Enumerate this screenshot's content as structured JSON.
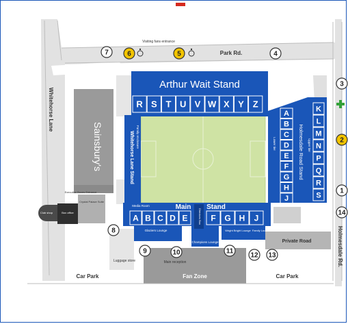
{
  "streets": {
    "park_rd": "Park Rd.",
    "whitehorse_lane": "Whitehorse Lane",
    "holmesdale_rd": "Holmesdale Rd.",
    "car_park_left": "Car Park",
    "car_park_right": "Car Park",
    "fan_zone": "Fan Zone",
    "private_road": "Private Road"
  },
  "buildings": {
    "sainsburys": "Sainsbury's",
    "club_shop": "Club shop",
    "box_office": "Box office",
    "executive_boxes": "Executive Boxes Entrance",
    "crystal_suite": "Crystal Palace Suite"
  },
  "stands": {
    "arthur_wait": {
      "name": "Arthur Wait Stand",
      "blocks": [
        "R",
        "S",
        "T",
        "U",
        "V",
        "W",
        "X",
        "Y",
        "Z"
      ]
    },
    "holmesdale": {
      "name": "Holmesdale Road Stand",
      "upper": "Upper tier",
      "lower": "Lower tier",
      "blocks_outer": [
        "K",
        "L",
        "M",
        "N",
        "P",
        "Q",
        "R",
        "S"
      ],
      "blocks_inner": [
        "A",
        "B",
        "C",
        "D",
        "E",
        "F",
        "G",
        "H",
        "J"
      ]
    },
    "whitehorse": {
      "name": "Whitehorse Lane Stand",
      "family": "Family enclosure"
    },
    "main": {
      "word_main": "Main",
      "word_stand": "Stand",
      "media": "Media Room",
      "directors": "Directors Box",
      "blocks_left": [
        "A",
        "B",
        "C",
        "D",
        "E"
      ],
      "blocks_right": [
        "F",
        "G",
        "H",
        "J"
      ],
      "lounge1": "Glaziers Lounge",
      "lounge2": "Champions Lounge",
      "lounge3": "Wright Bright Lounge",
      "lounge4": "Family Lounge"
    }
  },
  "gates": {
    "g1": "1",
    "g2": "2",
    "g3": "3",
    "g4": "4",
    "g5": "5",
    "g6": "6",
    "g7": "7",
    "g8": "8",
    "g9": "9",
    "g10": "10",
    "g11": "11",
    "g12": "12",
    "g13": "13",
    "g14": "14"
  },
  "notes": {
    "visiting_fans": "Visiting fans entrance",
    "luggage": "Luggage store",
    "main_reception": "Main reception"
  },
  "colors": {
    "stand_blue": "#1a56b8",
    "pitch_green": "#cfe3a4",
    "building_grey": "#9a9a9a",
    "road_grey": "#d7d7d7",
    "accessible_yellow": "#f2c400",
    "first_aid_green": "#34a13a",
    "compass_red": "#d62a1e"
  },
  "icons": [
    "wheelchair-icon",
    "first-aid-icon",
    "compass-marker-icon"
  ]
}
